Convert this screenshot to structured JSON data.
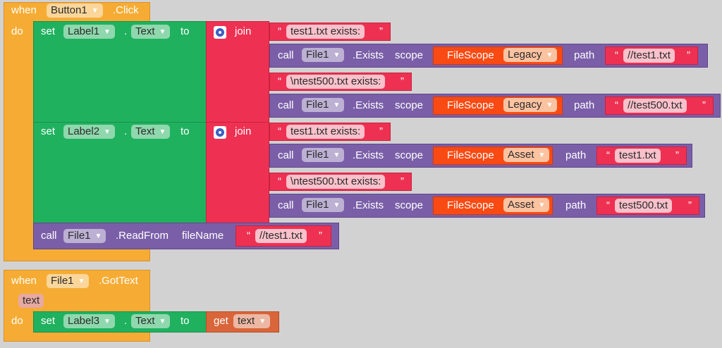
{
  "event1": {
    "when": "when",
    "component": "Button1",
    "event": ".Click",
    "do": "do",
    "statements": [
      {
        "set": "set",
        "component": "Label1",
        "dot": ".",
        "property": "Text",
        "to": "to",
        "join": "join",
        "items": [
          {
            "kind": "string",
            "value": "test1.txt exists:"
          },
          {
            "kind": "call",
            "call": "call",
            "component": "File1",
            "method": ".Exists",
            "scope_label": "scope",
            "scope_block": "FileScope",
            "scope_value": "Legacy",
            "path_label": "path",
            "path_value": "//test1.txt"
          },
          {
            "kind": "string",
            "value": "\\ntest500.txt exists:"
          },
          {
            "kind": "call",
            "call": "call",
            "component": "File1",
            "method": ".Exists",
            "scope_label": "scope",
            "scope_block": "FileScope",
            "scope_value": "Legacy",
            "path_label": "path",
            "path_value": "//test500.txt"
          }
        ]
      },
      {
        "set": "set",
        "component": "Label2",
        "dot": ".",
        "property": "Text",
        "to": "to",
        "join": "join",
        "items": [
          {
            "kind": "string",
            "value": "test1.txt exists:"
          },
          {
            "kind": "call",
            "call": "call",
            "component": "File1",
            "method": ".Exists",
            "scope_label": "scope",
            "scope_block": "FileScope",
            "scope_value": "Asset",
            "path_label": "path",
            "path_value": "test1.txt"
          },
          {
            "kind": "string",
            "value": "\\ntest500.txt exists:"
          },
          {
            "kind": "call",
            "call": "call",
            "component": "File1",
            "method": ".Exists",
            "scope_label": "scope",
            "scope_block": "FileScope",
            "scope_value": "Asset",
            "path_label": "path",
            "path_value": "test500.txt"
          }
        ]
      }
    ],
    "readfrom": {
      "call": "call",
      "component": "File1",
      "method": ".ReadFrom",
      "param": "fileName",
      "value": "//test1.txt"
    }
  },
  "event2": {
    "when": "when",
    "component": "File1",
    "event": ".GotText",
    "param": "text",
    "do": "do",
    "set": "set",
    "set_component": "Label3",
    "dot": ".",
    "property": "Text",
    "to": "to",
    "get": "get",
    "get_var": "text"
  },
  "quote": "“",
  "quote_close": "”",
  "dropdown_arrow": "▼",
  "colors": {
    "event": "#f6ac34",
    "set": "#20b15f",
    "text": "#ee3152",
    "call": "#7a5fa8",
    "scope": "#fa4a13",
    "get": "#d9653a"
  }
}
